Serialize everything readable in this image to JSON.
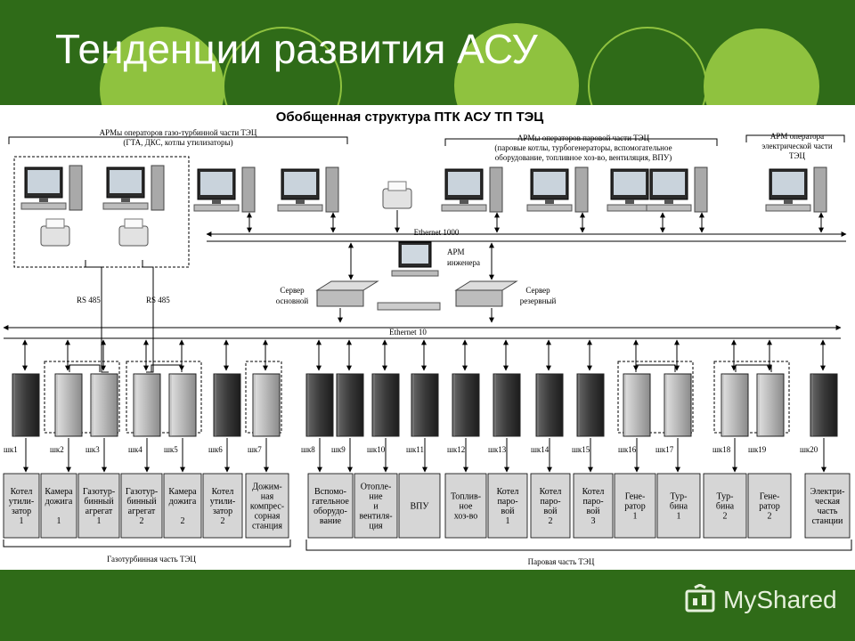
{
  "slide": {
    "title": "Тенденции развития АСУ",
    "logo_text": "MyShared"
  },
  "colors": {
    "header_green": "#2f6b18",
    "accent_green": "#8fc23f",
    "panel": "#ffffff"
  },
  "diagram": {
    "heading": "Обобщенная структура ПТК АСУ ТП ТЭЦ",
    "group_gt_ops": [
      "АРМы операторов газо-турбинной части ТЭЦ",
      "(ГТА, ДКС, котлы утилизаторы)"
    ],
    "group_steam_ops": [
      "АРМы операторов паровой части ТЭЦ",
      "(паровые котлы, турбогенераторы, вспомогательное",
      "оборудование, топливное хоз-во, вентиляция, ВПУ)"
    ],
    "group_el_op": [
      "АРМ оператора",
      "электрической части",
      "ТЭЦ"
    ],
    "ethernet_1000": "Ethernet 1000",
    "ethernet_10": "Ethernet 10",
    "arm_engineer": [
      "АРМ",
      "инженера"
    ],
    "server_main": [
      "Сервер",
      "основной"
    ],
    "server_reserve": [
      "Сервер",
      "резервный"
    ],
    "rs485_a": "RS 485",
    "rs485_b": "RS 485",
    "controllers": [
      "шк1",
      "шк2",
      "шк3",
      "шк4",
      "шк5",
      "шк6",
      "шк7",
      "шк8",
      "шк9",
      "шк10",
      "шк11",
      "шк12",
      "шк13",
      "шк14",
      "шк15",
      "шк16",
      "шк17",
      "шк18",
      "шк19",
      "шк20"
    ],
    "equipment": [
      [
        "Котел",
        "утили-",
        "затор",
        "1"
      ],
      [
        "Камера",
        "дожига",
        "",
        "1"
      ],
      [
        "Газотур-",
        "бинный",
        "агрегат",
        "1"
      ],
      [
        "Газотур-",
        "бинный",
        "агрегат",
        "2"
      ],
      [
        "Камера",
        "дожига",
        "",
        "2"
      ],
      [
        "Котел",
        "утили-",
        "затор",
        "2"
      ],
      [
        "Дожим-",
        "ная",
        "компрес-",
        "сорная",
        "станция"
      ],
      [
        "Вспомо-",
        "гательное",
        "оборудо-",
        "вание"
      ],
      [
        "Отопле-",
        "ние",
        "и",
        "вентиля-",
        "ция"
      ],
      [
        "ВПУ"
      ],
      [
        "Топлив-",
        "ное",
        "хоз-во"
      ],
      [
        "Котел",
        "паро-",
        "вой",
        "1"
      ],
      [
        "Котел",
        "паро-",
        "вой",
        "2"
      ],
      [
        "Котел",
        "паро-",
        "вой",
        "3"
      ],
      [
        "Гене-",
        "ратор",
        "1"
      ],
      [
        "Тур-",
        "бина",
        "1"
      ],
      [
        "Тур-",
        "бина",
        "2"
      ],
      [
        "Гене-",
        "ратор",
        "2"
      ],
      [
        "Электри-",
        "ческая",
        "часть",
        "станции"
      ]
    ],
    "section_gt": "Газотурбинная часть ТЭЦ",
    "section_steam": "Паровая часть ТЭЦ"
  }
}
